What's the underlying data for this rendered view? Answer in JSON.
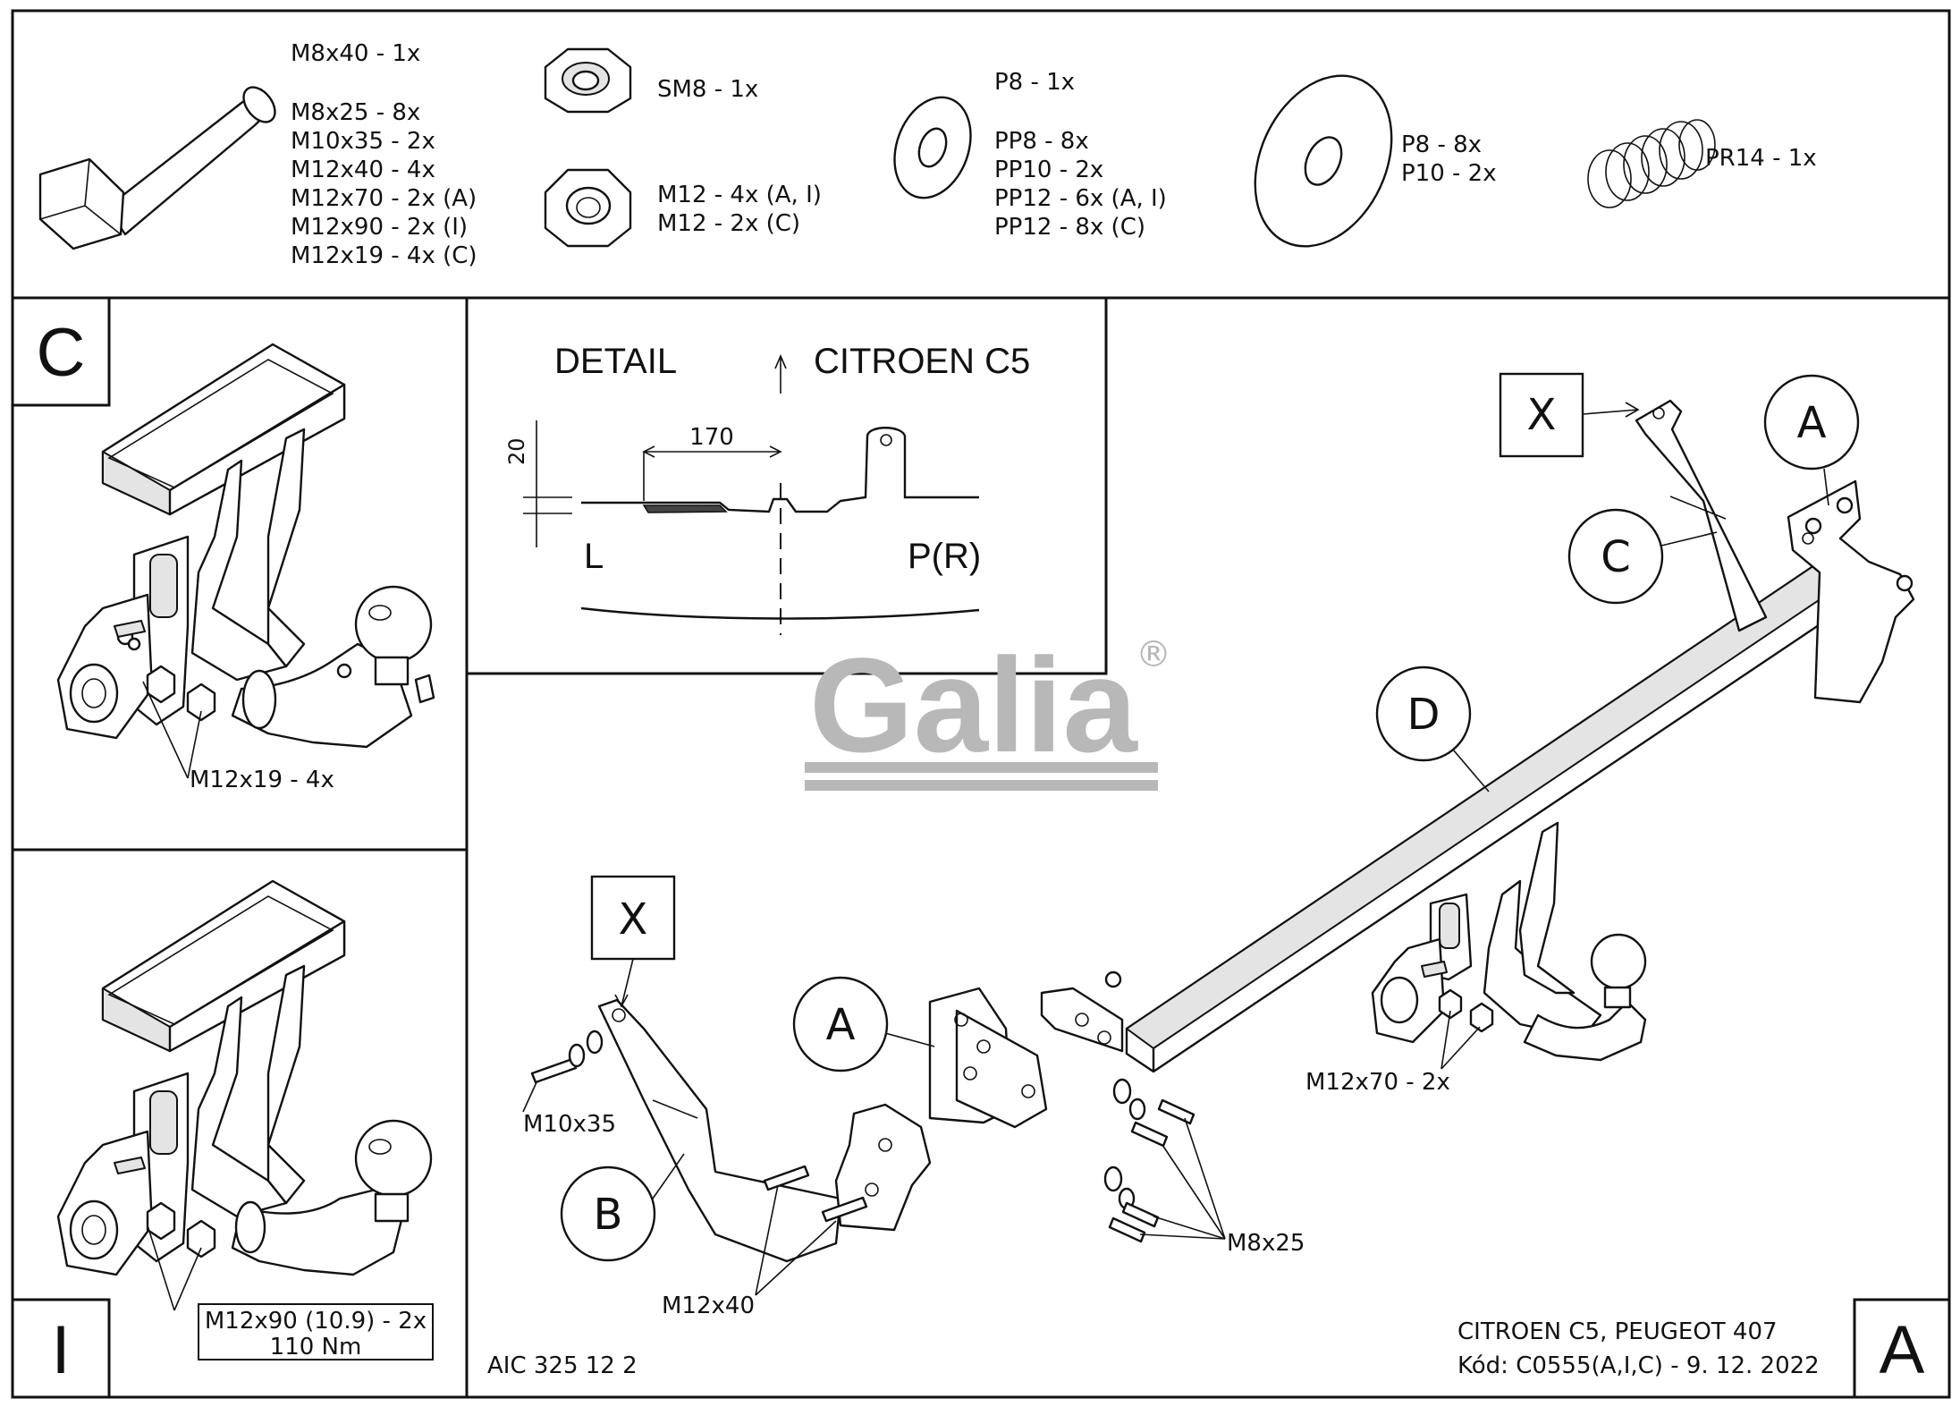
{
  "parts_list": {
    "bolt": [
      "M8x40 - 1x",
      "M8x25 - 8x",
      "M10x35 - 2x",
      "M12x40 - 4x",
      "M12x70 - 2x (A)",
      "M12x90 - 2x (I)",
      "M12x19 - 4x (C)"
    ],
    "nut_sm8": "SM8 - 1x",
    "nut_m12": [
      "M12 - 4x (A, I)",
      "M12 - 2x (C)"
    ],
    "washer_small": [
      "P8 - 1x",
      "PP8 - 8x",
      "PP10 - 2x",
      "PP12 - 6x (A, I)",
      "PP12 - 8x (C)"
    ],
    "washer_large": [
      "P8 - 8x",
      "P10 - 2x"
    ],
    "spring": "PR14 - 1x"
  },
  "panel_c": {
    "tag": "C",
    "callout": "M12x19 - 4x"
  },
  "panel_i": {
    "tag": "I",
    "callout_line1": "M12x90 (10.9) - 2x",
    "callout_line2": "110 Nm"
  },
  "detail": {
    "title_left": "DETAIL",
    "title_right": "CITROEN C5",
    "dim_width": "170",
    "dim_height": "20",
    "side_left": "L",
    "side_right": "P(R)"
  },
  "brand": {
    "logo": "Galia",
    "registered": "®"
  },
  "assembly": {
    "label_x_top": "X",
    "label_x_left": "X",
    "label_a_right": "A",
    "label_a_mid": "A",
    "label_b": "B",
    "label_c": "C",
    "label_d": "D",
    "callout_m10x35": "M10x35",
    "callout_m12x40": "M12x40",
    "callout_m8x25": "M8x25",
    "callout_m12x70": "M12x70 - 2x"
  },
  "footer": {
    "code": "AIC 325 12 2",
    "vehicle": "CITROEN C5, PEUGEOT 407",
    "kod": "Kód: C0555(A,I,C) - 9. 12. 2022",
    "panel_tag": "A"
  }
}
